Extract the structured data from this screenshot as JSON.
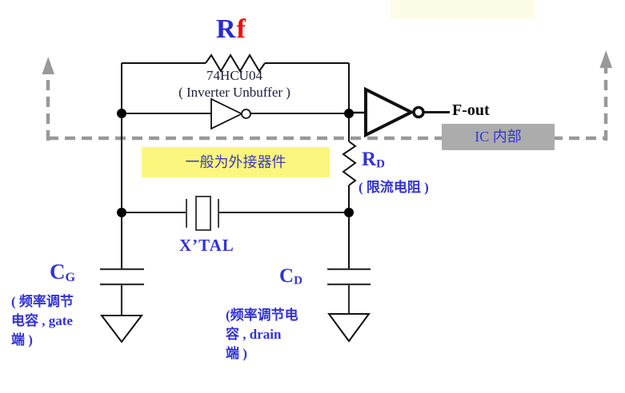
{
  "labels": {
    "rf_main": "R",
    "rf_sub": "f",
    "chip": "74HCU04\n( Inverter Unbuffer )",
    "f_out": "F-out",
    "ic_internal": "IC 内部",
    "external_note": "一般为外接器件",
    "rd_main": "R",
    "rd_sub": "D",
    "rd_desc": "( 限流电阻 )",
    "xtal": "X’TAL",
    "cg_main": "C",
    "cg_sub": "G",
    "cg_desc": "( 频率调节\n电容 , gate\n端 )",
    "cd_main": "C",
    "cd_sub": "D",
    "cd_desc": "(频率调节电\n容 , drain\n端 )"
  },
  "colors": {
    "blue_label": "#3232d8",
    "rf_blue": "#2a2ad4",
    "rf_red": "#ff0000",
    "chip_text": "#1c1c3a",
    "yellow_highlight": "#fbf67e",
    "pale_yellow_strip": "#fcfce6",
    "gray_box": "#acacac",
    "ic_text_blue": "#3535d6",
    "dashed_gray": "#999999",
    "wire_black": "#111111"
  }
}
